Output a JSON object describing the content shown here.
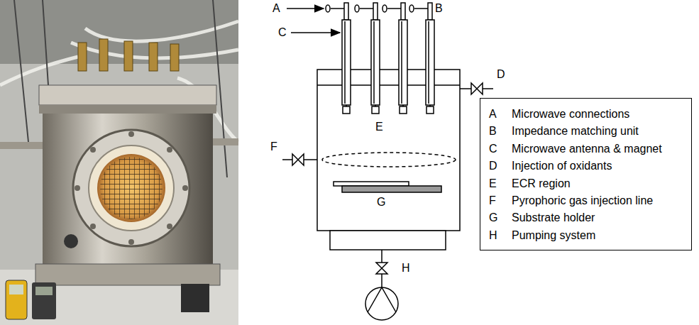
{
  "diagram": {
    "nodes": [
      {
        "text": [
          "A",
          "Microwave connections",
          "B",
          "Impedance matching unit",
          "C",
          "Microwave antenna & magnet",
          "D",
          "Injection of oxidants",
          "E",
          "ECR region",
          "F",
          "Pyrophoric gas injection line",
          "G",
          "Substrate holder",
          "H",
          "Pumping system"
        ]
      }
    ],
    "labels": [
      "A",
      "B",
      "C",
      "D",
      "E",
      "F",
      "G",
      "H"
    ]
  }
}
